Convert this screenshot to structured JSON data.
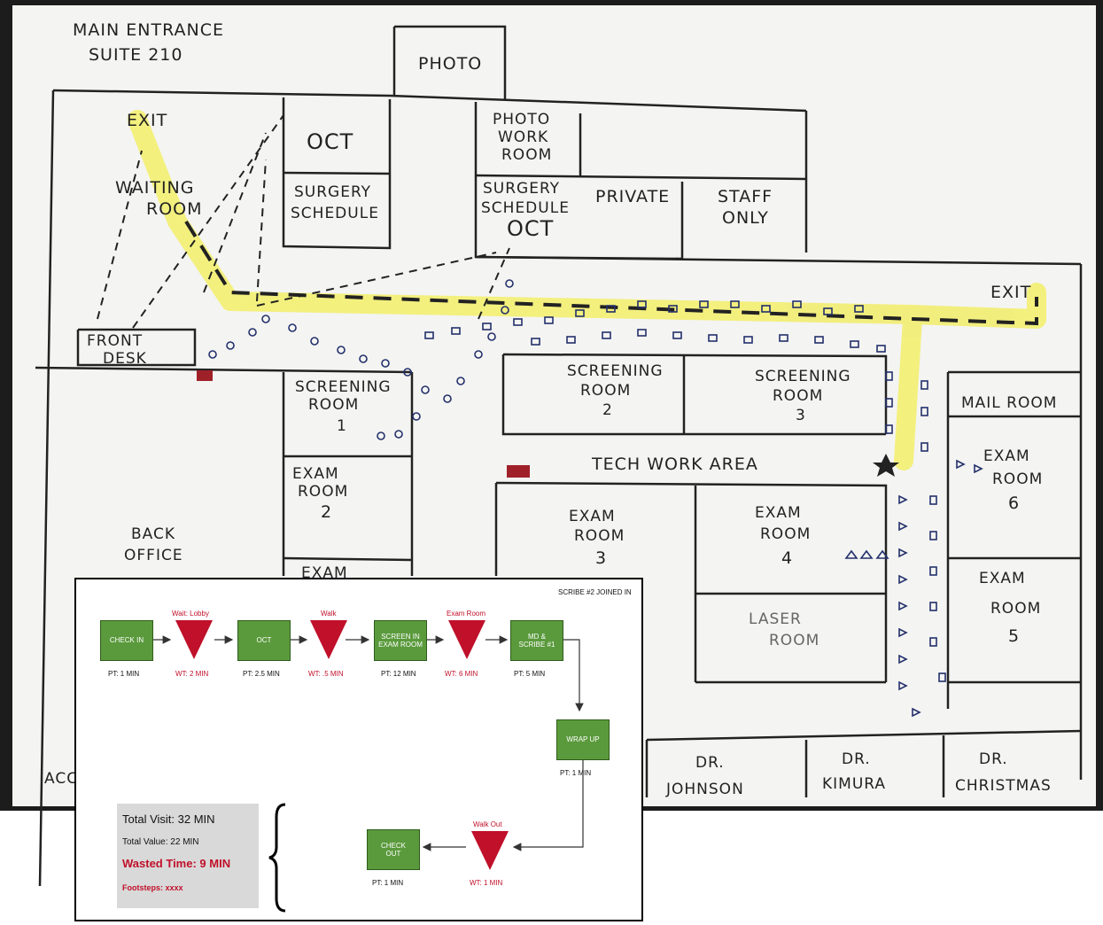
{
  "floorplan": {
    "title_line1": "MAIN ENTRANCE",
    "title_line2": "SUITE 210",
    "rooms": {
      "photo": "PHOTO",
      "exit_left": "EXIT",
      "oct": "OCT",
      "photo_work_1": "PHOTO",
      "photo_work_2": "WORK",
      "photo_work_3": "ROOM",
      "waiting_1": "WAITING",
      "waiting_2": "ROOM",
      "surgery_sched_1": "SURGERY",
      "surgery_sched_2": "SCHEDULE",
      "surgery_sched2_1": "SURGERY",
      "surgery_sched2_2": "SCHEDULE",
      "oct2": "OCT",
      "private": "PRIVATE",
      "staff_1": "STAFF",
      "staff_2": "ONLY",
      "exit_right": "EXIT",
      "front_desk_1": "FRONT",
      "front_desk_2": "DESK",
      "screening1_1": "SCREENING",
      "screening1_2": "ROOM",
      "screening1_3": "1",
      "screening2_1": "SCREENING",
      "screening2_2": "ROOM",
      "screening2_3": "2",
      "screening3_1": "SCREENING",
      "screening3_2": "ROOM",
      "screening3_3": "3",
      "mail_room": "MAIL ROOM",
      "tech_work": "TECH WORK AREA",
      "exam2_1": "EXAM",
      "exam2_2": "ROOM",
      "exam2_3": "2",
      "exam3_1": "EXAM",
      "exam3_2": "ROOM",
      "exam3_3": "3",
      "exam4_1": "EXAM",
      "exam4_2": "ROOM",
      "exam4_3": "4",
      "exam6_1": "EXAM",
      "exam6_2": "ROOM",
      "exam6_3": "6",
      "exam5_1": "EXAM",
      "exam5_2": "ROOM",
      "exam5_3": "5",
      "back_office_1": "BACK",
      "back_office_2": "OFFICE",
      "exam_partial": "EXAM",
      "laser_1": "LASER",
      "laser_2": "ROOM",
      "dr_johnson_1": "DR.",
      "dr_johnson_2": "JOHNSON",
      "dr_kimura_1": "DR.",
      "dr_kimura_2": "KIMURA",
      "dr_christmas_1": "DR.",
      "dr_christmas_2": "CHRISTMAS",
      "acc": "ACC"
    }
  },
  "vsm": {
    "scribe_note": "SCRIBE #2 JOINED IN",
    "steps": {
      "check_in": {
        "label": "CHECK IN",
        "pt": "PT: 1 MIN"
      },
      "wait_lobby": {
        "label": "Wait: Lobby",
        "wt": "WT: 2 MIN"
      },
      "oct": {
        "label": "OCT",
        "pt": "PT: 2.5 MIN"
      },
      "walk": {
        "label": "Walk",
        "wt": "WT: .5 MIN"
      },
      "screen": {
        "label_1": "SCREEN IN",
        "label_2": "EXAM ROOM",
        "pt": "PT: 12 MIN"
      },
      "exam_room": {
        "label": "Exam Room",
        "wt": "WT: 6 MIN"
      },
      "md": {
        "label_1": "MD &",
        "label_2": "SCRIBE #1",
        "pt": "PT: 5 MIN"
      },
      "wrap_up": {
        "label": "WRAP UP",
        "pt": "PT: 1 MIN"
      },
      "walk_out": {
        "label": "Walk Out",
        "wt": "WT: 1 MIN"
      },
      "check_out": {
        "label_1": "CHECK",
        "label_2": "OUT",
        "pt": "PT: 1 MIN"
      }
    },
    "summary": {
      "total_visit": "Total Visit:  32 MIN",
      "total_value": "Total Value:  22 MIN",
      "wasted": "Wasted Time:  9 MIN",
      "footsteps": "Footsteps:  xxxx"
    }
  },
  "colors": {
    "process_green": "#5a9a3c",
    "wait_red": "#c0102a",
    "highlight_yellow": "#f2ee6a",
    "ink": "#222222"
  }
}
